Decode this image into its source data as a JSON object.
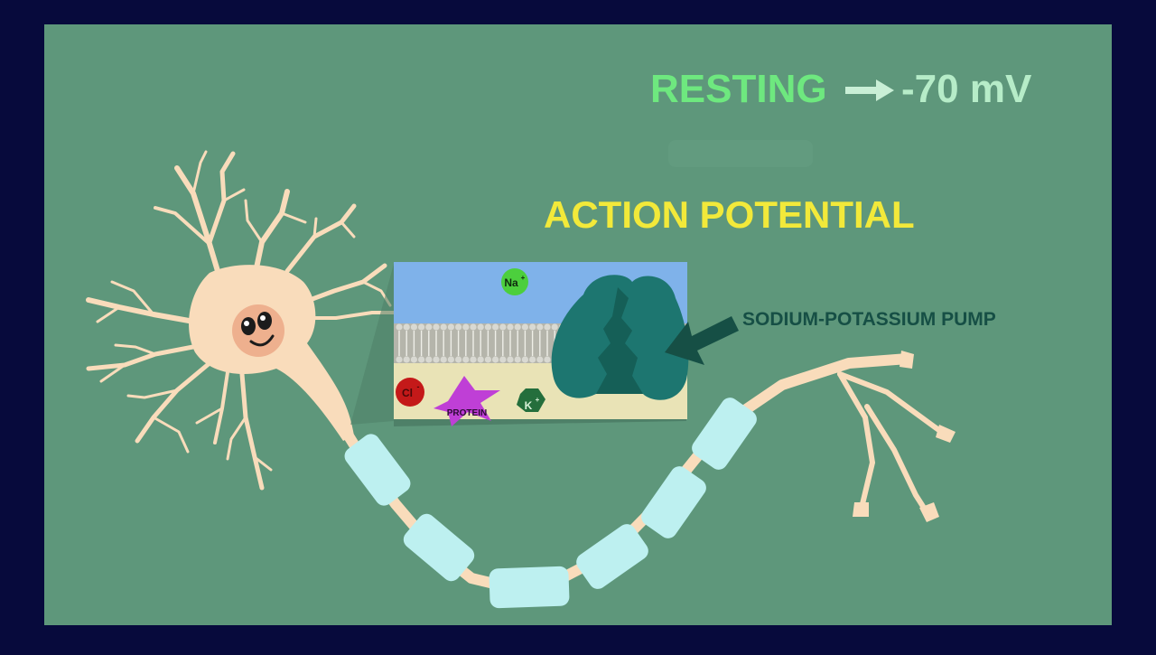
{
  "resting": {
    "label": "RESTING",
    "value": "-70 mV"
  },
  "action_potential": {
    "title": "ACTION POTENTIAL"
  },
  "pump_label": "SODIUM-POTASSIUM PUMP",
  "ions": {
    "na": "Na",
    "cl": "Cl",
    "k": "K",
    "charge_pos": "+",
    "charge_neg": "-"
  },
  "protein_label": "PROTEIN",
  "colors": {
    "frame": "#070a3c",
    "background": "#5e977b",
    "resting_text": "#6ee87f",
    "value_text": "#b6ecc8",
    "ap_text": "#f2e93a",
    "pump_text": "#164f45",
    "neuron": "#f9dcbb",
    "myelin": "#bdf0f0",
    "sodium": "#4ccf3d",
    "chloride": "#c41919",
    "potassium": "#246e3c",
    "protein": "#bf3fd6",
    "pump": "#1d7670",
    "extracellular": "#7fb2ea",
    "intracellular": "#e9e3b6"
  }
}
